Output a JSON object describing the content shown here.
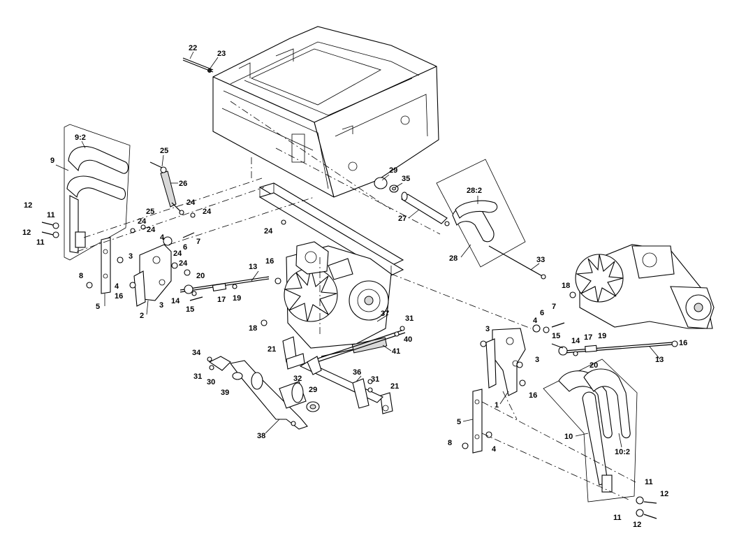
{
  "callouts": [
    {
      "id": "c22",
      "text": "22"
    },
    {
      "id": "c23",
      "text": "23"
    },
    {
      "id": "c9_2",
      "text": "9:2"
    },
    {
      "id": "c9",
      "text": "9"
    },
    {
      "id": "c25a",
      "text": "25"
    },
    {
      "id": "c26",
      "text": "26"
    },
    {
      "id": "c29a",
      "text": "29"
    },
    {
      "id": "c35",
      "text": "35"
    },
    {
      "id": "c28_2",
      "text": "28:2"
    },
    {
      "id": "c27",
      "text": "27"
    },
    {
      "id": "c28",
      "text": "28"
    },
    {
      "id": "c33",
      "text": "33"
    },
    {
      "id": "c12a",
      "text": "12"
    },
    {
      "id": "c11a",
      "text": "11"
    },
    {
      "id": "c12b",
      "text": "12"
    },
    {
      "id": "c11b",
      "text": "11"
    },
    {
      "id": "c25b",
      "text": "25"
    },
    {
      "id": "c24a",
      "text": "24"
    },
    {
      "id": "c24b",
      "text": "24"
    },
    {
      "id": "c24c",
      "text": "24"
    },
    {
      "id": "c24d",
      "text": "24"
    },
    {
      "id": "c24e",
      "text": "24"
    },
    {
      "id": "c24f",
      "text": "24"
    },
    {
      "id": "c24g",
      "text": "24"
    },
    {
      "id": "c4a",
      "text": "4"
    },
    {
      "id": "c6a",
      "text": "6"
    },
    {
      "id": "c7a",
      "text": "7"
    },
    {
      "id": "c3a",
      "text": "3"
    },
    {
      "id": "c8a",
      "text": "8"
    },
    {
      "id": "c4b",
      "text": "4"
    },
    {
      "id": "c16a",
      "text": "16"
    },
    {
      "id": "c3b",
      "text": "3"
    },
    {
      "id": "c5a",
      "text": "5"
    },
    {
      "id": "c2",
      "text": "2"
    },
    {
      "id": "c20a",
      "text": "20"
    },
    {
      "id": "c14a",
      "text": "14"
    },
    {
      "id": "c15a",
      "text": "15"
    },
    {
      "id": "c17a",
      "text": "17"
    },
    {
      "id": "c19a",
      "text": "19"
    },
    {
      "id": "c16b",
      "text": "16"
    },
    {
      "id": "c13a",
      "text": "13"
    },
    {
      "id": "c18a",
      "text": "18"
    },
    {
      "id": "c37",
      "text": "37"
    },
    {
      "id": "c31a",
      "text": "31"
    },
    {
      "id": "c40",
      "text": "40"
    },
    {
      "id": "c21a",
      "text": "21"
    },
    {
      "id": "c41",
      "text": "41"
    },
    {
      "id": "c34",
      "text": "34"
    },
    {
      "id": "c31b",
      "text": "31"
    },
    {
      "id": "c30",
      "text": "30"
    },
    {
      "id": "c39",
      "text": "39"
    },
    {
      "id": "c32",
      "text": "32"
    },
    {
      "id": "c36",
      "text": "36"
    },
    {
      "id": "c31c",
      "text": "31"
    },
    {
      "id": "c29b",
      "text": "29"
    },
    {
      "id": "c21b",
      "text": "21"
    },
    {
      "id": "c38",
      "text": "38"
    },
    {
      "id": "c18b",
      "text": "18"
    },
    {
      "id": "c3c",
      "text": "3"
    },
    {
      "id": "c4c",
      "text": "4"
    },
    {
      "id": "c6b",
      "text": "6"
    },
    {
      "id": "c7b",
      "text": "7"
    },
    {
      "id": "c15b",
      "text": "15"
    },
    {
      "id": "c14b",
      "text": "14"
    },
    {
      "id": "c17b",
      "text": "17"
    },
    {
      "id": "c19b",
      "text": "19"
    },
    {
      "id": "c16c",
      "text": "16"
    },
    {
      "id": "c3d",
      "text": "3"
    },
    {
      "id": "c20b",
      "text": "20"
    },
    {
      "id": "c13b",
      "text": "13"
    },
    {
      "id": "c1",
      "text": "1"
    },
    {
      "id": "c16d",
      "text": "16"
    },
    {
      "id": "c5b",
      "text": "5"
    },
    {
      "id": "c8b",
      "text": "8"
    },
    {
      "id": "c4d",
      "text": "4"
    },
    {
      "id": "c10",
      "text": "10"
    },
    {
      "id": "c10_2",
      "text": "10:2"
    },
    {
      "id": "c11c",
      "text": "11"
    },
    {
      "id": "c12c",
      "text": "12"
    },
    {
      "id": "c11d",
      "text": "11"
    },
    {
      "id": "c12d",
      "text": "12"
    }
  ]
}
